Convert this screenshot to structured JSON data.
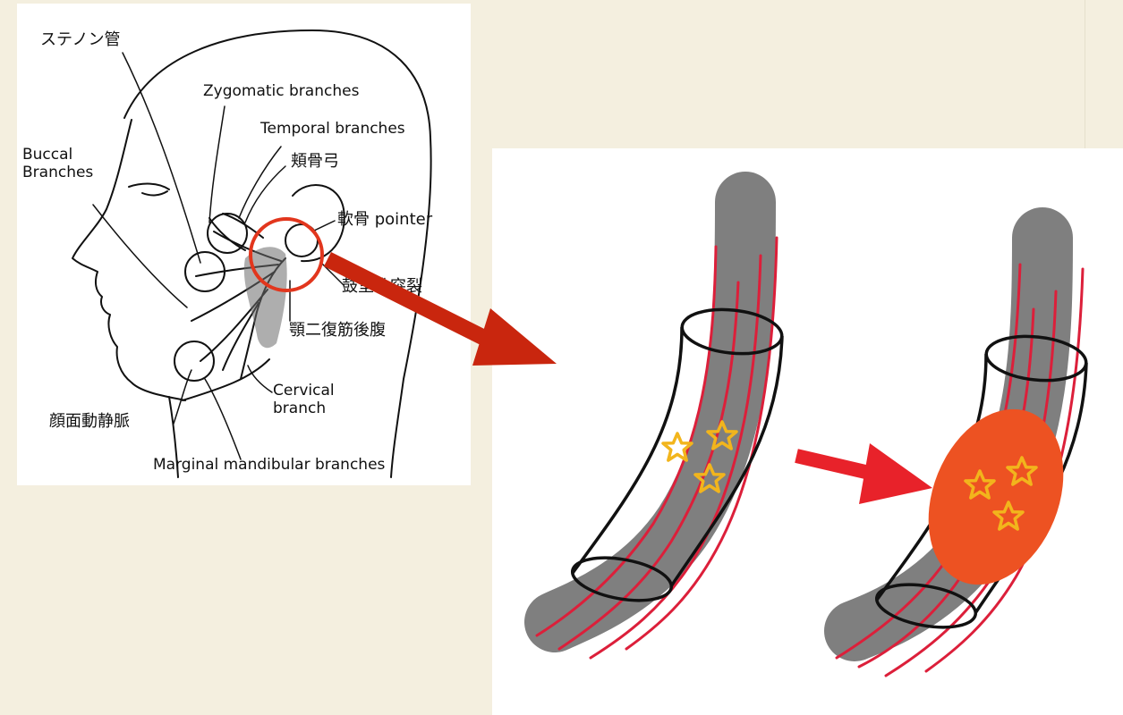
{
  "colors": {
    "background": "#f4efdf",
    "highlight_circle": "#e2361d",
    "main_arrow": "#c9260e",
    "small_arrow": "#e8222a",
    "nerve_body": "#7f7f7f",
    "nerve_fibers": "#dc1f3a",
    "star": "#f2b51c",
    "swelling": "#ed5222"
  },
  "anatomy": {
    "labels": {
      "stenon": "ステノン管",
      "zygomatic": "Zygomatic branches",
      "temporal": "Temporal branches",
      "buccal": "Buccal\nBranches",
      "zygomatic_arch": "頬骨弓",
      "cartilage_pointer": "軟骨 pointer",
      "tympanomastoid": "鼓室乳突裂",
      "digastric": "顎二復筋後腹",
      "cervical": "Cervical\nbranch",
      "facial_vein": "顔面動静脈",
      "marginal": "Marginal mandibular branches"
    }
  },
  "icons": [
    "highlight-circle",
    "right-arrow",
    "star-icon",
    "nerve-illustration",
    "face-sketch"
  ]
}
